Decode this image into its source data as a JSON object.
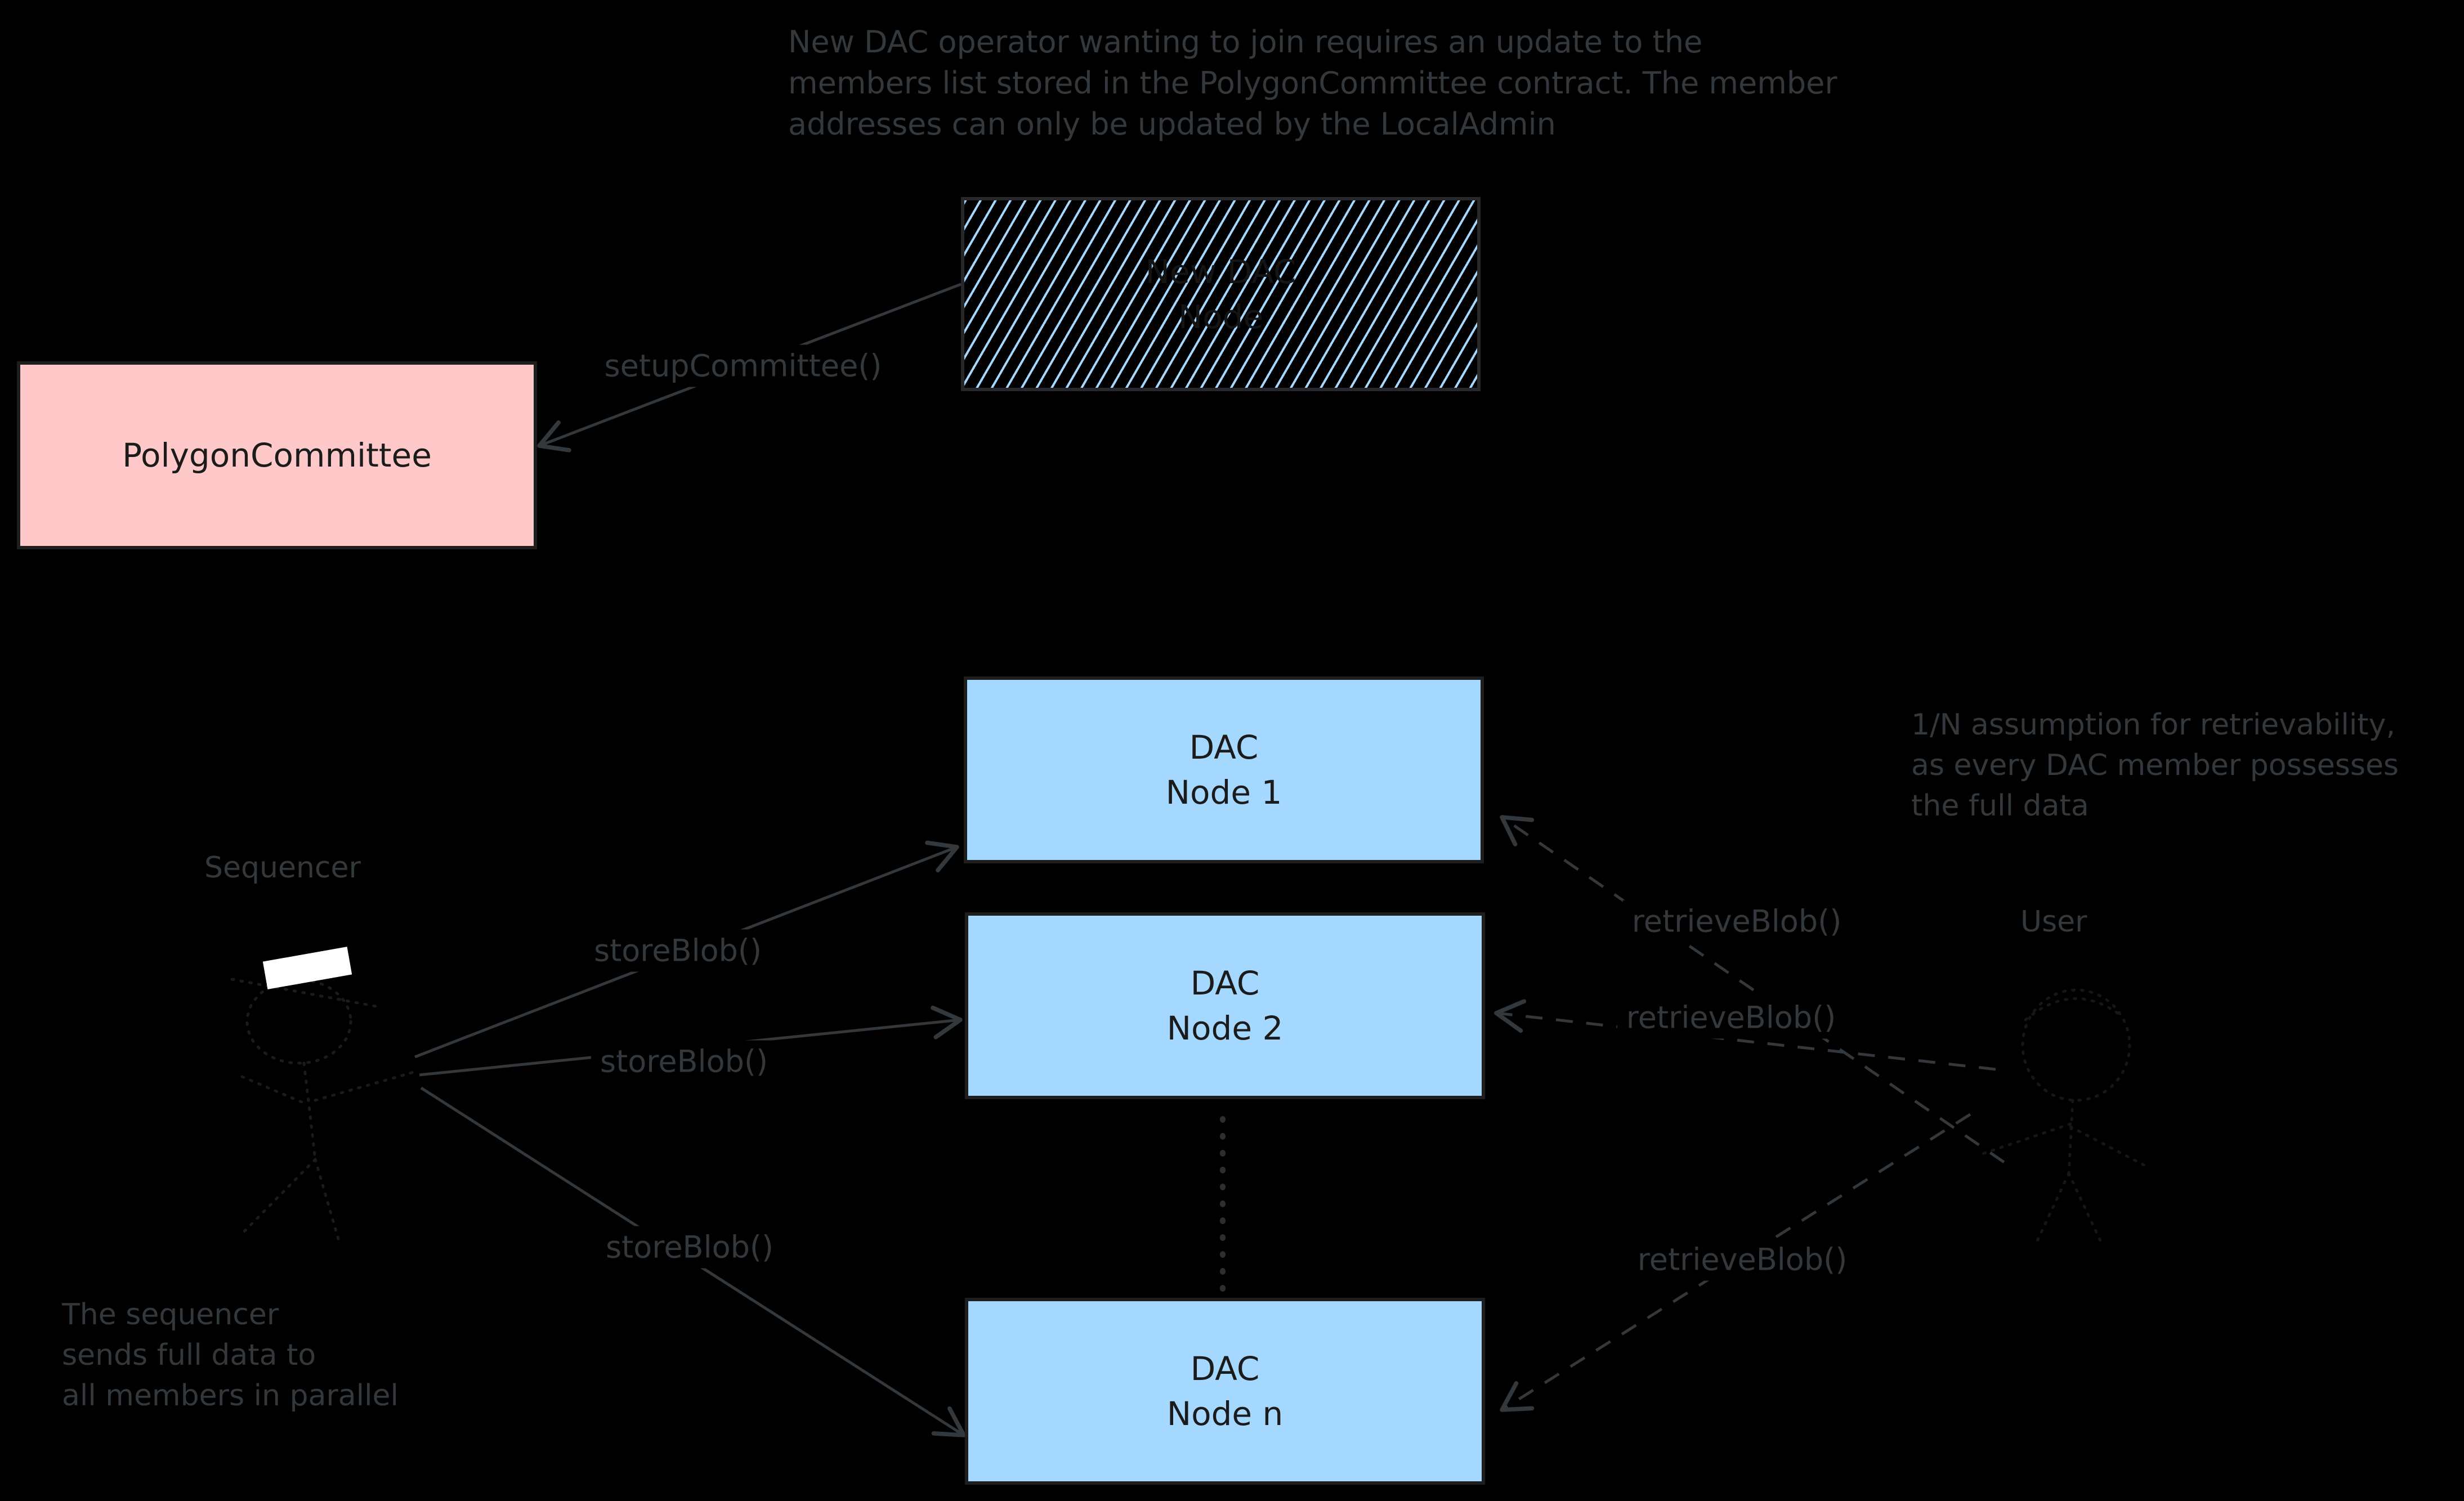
{
  "canvas": {
    "background": "#000000"
  },
  "colors": {
    "committee_box_fill": "#ffc9c9",
    "dac_node_fill": "#a5d8ff",
    "hatch_stripe": "#a5d8ff",
    "box_stroke": "#1e1e1e",
    "box_text": "#1b1b1b",
    "annotation_text": "#33383d",
    "arrow_stroke": "#33383d",
    "actor_stroke": "#1b1b1b",
    "sequencer_hat": "#ffffff"
  },
  "annotations": {
    "top_note": {
      "lines": [
        "New DAC operator wanting to join requires an update to the",
        "members list stored in the PolygonCommittee contract. The member",
        "addresses can only be updated by the LocalAdmin"
      ]
    },
    "retrievability_note": {
      "lines": [
        "1/N assumption for retrievability,",
        "as every DAC member possesses",
        "the full data"
      ]
    },
    "sequencer_note": {
      "lines": [
        "The sequencer",
        "sends full data to",
        "all members in parallel"
      ]
    }
  },
  "actors": {
    "sequencer": {
      "label": "Sequencer"
    },
    "user": {
      "label": "User"
    }
  },
  "boxes": {
    "new_dac_node": {
      "line1": "New DAC",
      "line2": "Node",
      "style": "hatched"
    },
    "polygon_committee": {
      "label": "PolygonCommittee"
    },
    "dac_node_1": {
      "line1": "DAC",
      "line2": "Node 1"
    },
    "dac_node_2": {
      "line1": "DAC",
      "line2": "Node 2"
    },
    "dac_node_n": {
      "line1": "DAC",
      "line2": "Node n"
    }
  },
  "edges": {
    "setup_committee": {
      "label": "setupCommittee()",
      "style": "solid"
    },
    "store_blob_1": {
      "label": "storeBlob()",
      "style": "solid"
    },
    "store_blob_2": {
      "label": "storeBlob()",
      "style": "solid"
    },
    "store_blob_3": {
      "label": "storeBlob()",
      "style": "solid"
    },
    "retrieve_blob_1": {
      "label": "retrieveBlob()",
      "style": "dashed"
    },
    "retrieve_blob_2": {
      "label": "retrieveBlob()",
      "style": "dashed"
    },
    "retrieve_blob_3": {
      "label": "retrieveBlob()",
      "style": "dashed"
    }
  }
}
